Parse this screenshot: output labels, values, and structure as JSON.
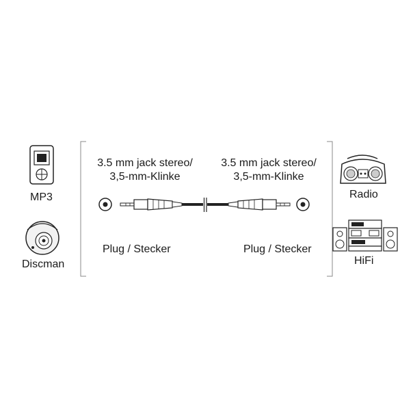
{
  "left_devices": [
    {
      "label": "MP3",
      "icon": "mp3-player-icon"
    },
    {
      "label": "Discman",
      "icon": "discman-icon"
    }
  ],
  "right_devices": [
    {
      "label": "Radio",
      "icon": "boombox-radio-icon"
    },
    {
      "label": "HiFi",
      "icon": "hifi-system-icon"
    }
  ],
  "connector_left": {
    "line1": "3.5 mm jack stereo/",
    "line2": "3,5-mm-Klinke",
    "gender": "Plug / Stecker"
  },
  "connector_right": {
    "line1": "3.5 mm jack stereo/",
    "line2": "3,5-mm-Klinke",
    "gender": "Plug / Stecker"
  }
}
